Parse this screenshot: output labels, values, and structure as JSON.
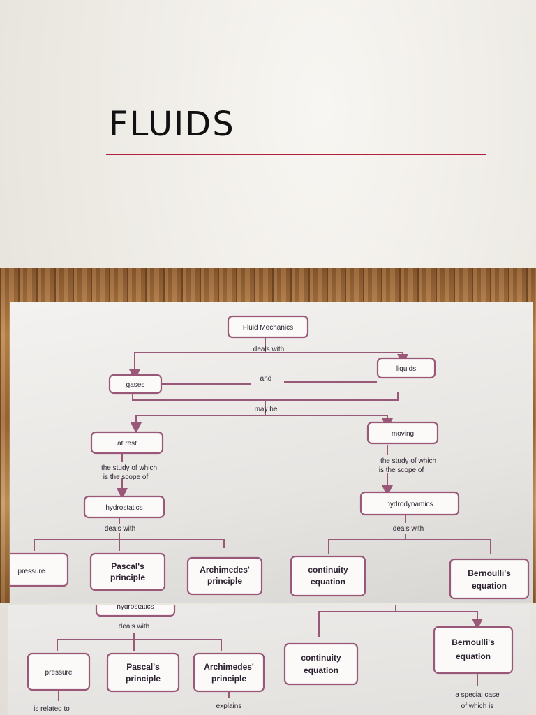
{
  "slide": {
    "title": "FLUIDS"
  },
  "concept_map_top": {
    "root": "Fluid Mechanics",
    "deals_with": "deals with",
    "gases": "gases",
    "and": "and",
    "liquids": "liquids",
    "may_be": "may be",
    "at_rest": "at rest",
    "moving": "moving",
    "study_left_1": "the study of which",
    "study_left_2": "is the scope of",
    "study_right_1": "the study of which",
    "study_right_2": "is the scope of",
    "hydrostatics": "hydrostatics",
    "hydrodynamics": "hydrodynamics",
    "deals_with_left": "deals with",
    "deals_with_right": "deals with",
    "pressure": "pressure",
    "pascals_1": "Pascal's",
    "pascals_2": "principle",
    "archimedes_1": "Archimedes'",
    "archimedes_2": "principle",
    "continuity_1": "continuity",
    "continuity_2": "equation",
    "bernoulli_1": "Bernoulli's",
    "bernoulli_2": "equation"
  },
  "concept_map_bottom": {
    "hydrostatics_partial": "hydrostatics",
    "deals_with": "deals with",
    "pressure": "pressure",
    "pascals_1": "Pascal's",
    "pascals_2": "principle",
    "archimedes_1": "Archimedes'",
    "archimedes_2": "principle",
    "continuity_1": "continuity",
    "continuity_2": "equation",
    "bernoulli_1": "Bernoulli's",
    "bernoulli_2": "equation",
    "is_related_to": "is related to",
    "explains": "explains",
    "special_case_1": "a special case",
    "special_case_2": "of which is"
  }
}
